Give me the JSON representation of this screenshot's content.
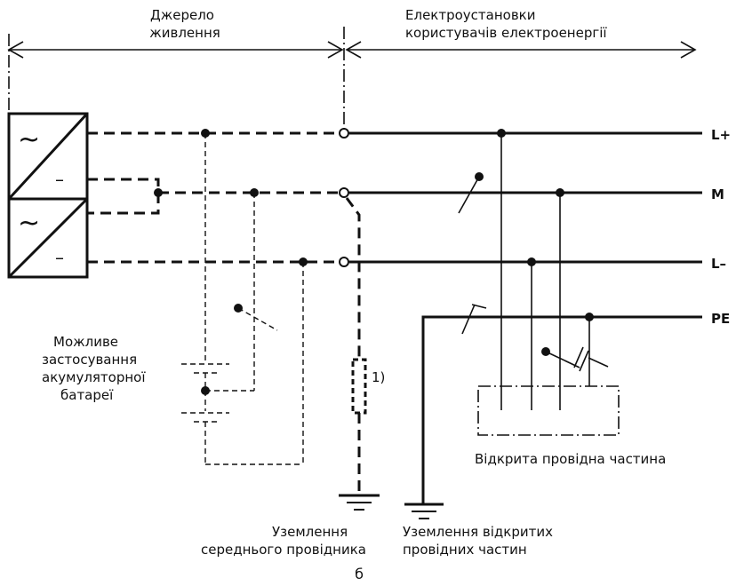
{
  "header": {
    "source_line1": "Джерело",
    "source_line2": "живлення",
    "installations_line1": "Електроустановки",
    "installations_line2": "користувачів електроенергії"
  },
  "bus_labels": {
    "l_plus": "L+",
    "m": "M",
    "l_minus": "L–",
    "pe": "PE"
  },
  "source_symbols": {
    "ac_top": "~",
    "dc_top": "–",
    "ac_bottom": "~",
    "dc_bottom": "–"
  },
  "battery_note": {
    "line1": "Можливе",
    "line2": "застосування",
    "line3": "акумуляторної",
    "line4": "батареї"
  },
  "footnote_marker": "1)",
  "exposed_part_label": "Відкрита провідна частина",
  "earthing_middle": {
    "line1": "Уземлення",
    "line2": "середнього провідника"
  },
  "earthing_exposed": {
    "line1": "Уземлення відкритих",
    "line2": "провідних частин"
  },
  "figure_label": "б"
}
